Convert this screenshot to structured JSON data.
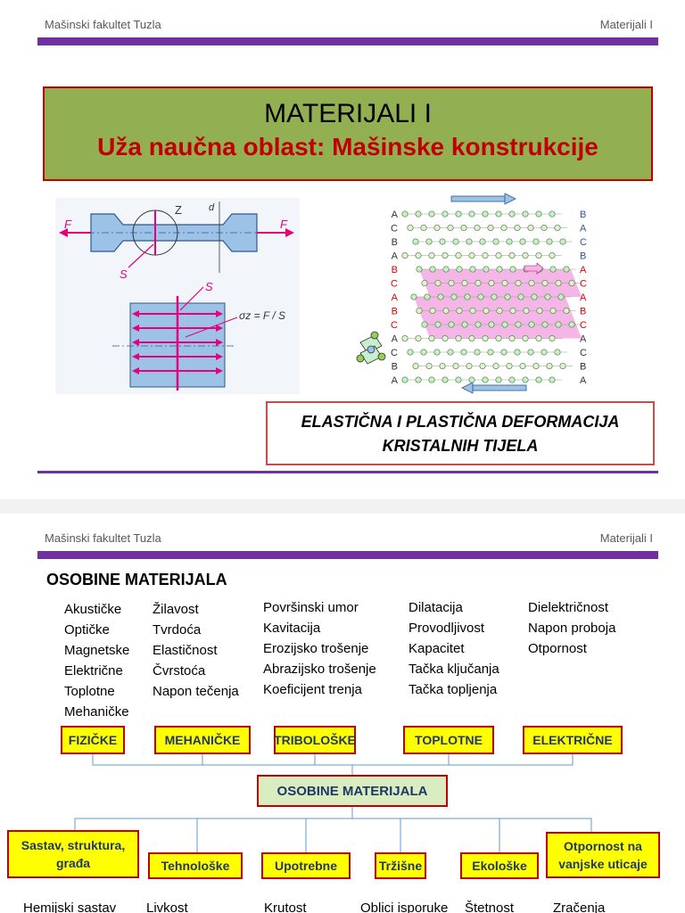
{
  "slide1": {
    "header_left": "Mašinski fakultet Tuzla",
    "header_right": "Materijali I",
    "title": "MATERIJALI I",
    "subtitle": "Uža naučna oblast: Mašinske konstrukcije",
    "diagram_left": {
      "label_f": "F",
      "label_z": "Z",
      "label_d": "d",
      "label_s": "S",
      "label_s2": "S",
      "formula": "σz = F / S"
    },
    "diagram_right": {
      "left_layers": [
        "A",
        "C",
        "B",
        "A",
        "B",
        "C",
        "A",
        "B",
        "C",
        "A",
        "C",
        "B",
        "A"
      ],
      "right_layers": [
        "B",
        "A",
        "C",
        "B",
        "A",
        "C",
        "A",
        "B",
        "C",
        "A",
        "C",
        "B",
        "A"
      ]
    },
    "caption_line1": "ELASTIČNA I PLASTIČNA DEFORMACIJA",
    "caption_line2": "KRISTALNIH TIJELA"
  },
  "slide2": {
    "header_left": "Mašinski fakultet Tuzla",
    "header_right": "Materijali I",
    "section_title": "OSOBINE MATERIJALA",
    "columns": [
      [
        "Akustičke",
        "Optičke",
        "Magnetske",
        "Električne",
        "Toplotne",
        "Mehaničke"
      ],
      [
        "Žilavost",
        "Tvrdoća",
        "Elastičnost",
        "Čvrstoća",
        "Napon tečenja"
      ],
      [
        "Površinski umor",
        "Kavitacija",
        "Erozijsko trošenje",
        "Abrazijsko trošenje",
        "Koeficijent trenja"
      ],
      [
        "Dilatacija",
        "Provodljivost",
        "Kapacitet",
        "Tačka ključanja",
        "Tačka topljenja"
      ],
      [
        "Dielektričnost",
        "Napon proboja",
        "Otpornost"
      ]
    ],
    "top_boxes": [
      "FIZIČKE",
      "MEHANIČKE",
      "TRIBOLOŠKE",
      "TOPLOTNE",
      "ELEKTRIČNE"
    ],
    "center_box": "OSOBINE MATERIJALA",
    "bottom_boxes": [
      "Sastav, struktura, građa",
      "Tehnološke",
      "Upotrebne",
      "Tržišne",
      "Ekološke",
      "Otpornost na vanjske uticaje"
    ],
    "bottom_row": [
      "Hemijski sastav",
      "Livkost",
      "Krutost",
      "Oblici isporuke",
      "Štetnost",
      "Zračenja"
    ],
    "colors": {
      "purple": "#7030a0",
      "yellow": "#ffff00",
      "red": "#c00000",
      "green": "#92b052",
      "magenta": "#e6007e"
    }
  }
}
